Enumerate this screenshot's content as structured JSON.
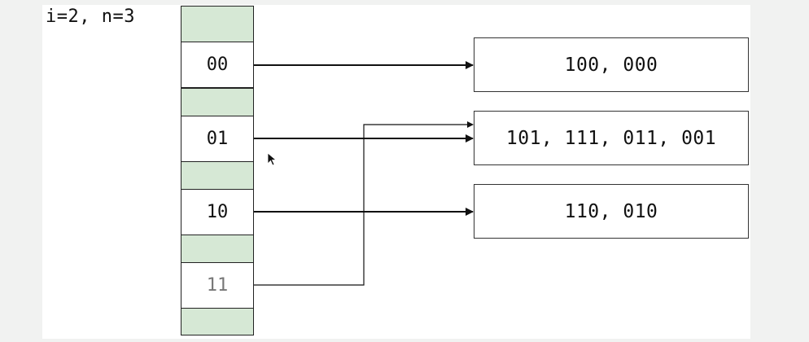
{
  "header": {
    "params": "i=2, n=3"
  },
  "directory": {
    "entries": [
      {
        "label": "00"
      },
      {
        "label": "01"
      },
      {
        "label": "10"
      },
      {
        "label": "11"
      }
    ]
  },
  "buckets": [
    {
      "contents": "100, 000"
    },
    {
      "contents": "101, 111, 011, 001"
    },
    {
      "contents": "110, 010"
    }
  ],
  "colors": {
    "spacer_fill": "#d6e8d5",
    "line": "#111111"
  }
}
